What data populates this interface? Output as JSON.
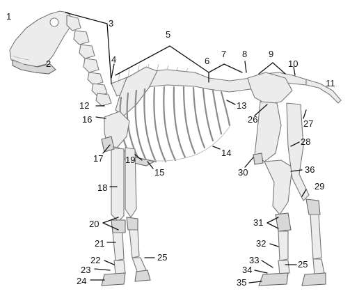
{
  "labels": [
    {
      "id": "1",
      "text": "1"
    },
    {
      "id": "2",
      "text": "2"
    },
    {
      "id": "3",
      "text": "3"
    },
    {
      "id": "4",
      "text": "4"
    },
    {
      "id": "5",
      "text": "5"
    },
    {
      "id": "6",
      "text": "6"
    },
    {
      "id": "7",
      "text": "7"
    },
    {
      "id": "8",
      "text": "8"
    },
    {
      "id": "9",
      "text": "9"
    },
    {
      "id": "10",
      "text": "10"
    },
    {
      "id": "11",
      "text": "11"
    },
    {
      "id": "12",
      "text": "12"
    },
    {
      "id": "13",
      "text": "13"
    },
    {
      "id": "14",
      "text": "14"
    },
    {
      "id": "15",
      "text": "15"
    },
    {
      "id": "16",
      "text": "16"
    },
    {
      "id": "17",
      "text": "17"
    },
    {
      "id": "18",
      "text": "18"
    },
    {
      "id": "19",
      "text": "19"
    },
    {
      "id": "20",
      "text": "20"
    },
    {
      "id": "21",
      "text": "21"
    },
    {
      "id": "22",
      "text": "22"
    },
    {
      "id": "23",
      "text": "23"
    },
    {
      "id": "24",
      "text": "24"
    },
    {
      "id": "25a",
      "text": "25"
    },
    {
      "id": "25b",
      "text": "25"
    },
    {
      "id": "26",
      "text": "26"
    },
    {
      "id": "27",
      "text": "27"
    },
    {
      "id": "28",
      "text": "28"
    },
    {
      "id": "29",
      "text": "29"
    },
    {
      "id": "30",
      "text": "30"
    },
    {
      "id": "31",
      "text": "31"
    },
    {
      "id": "32",
      "text": "32"
    },
    {
      "id": "33",
      "text": "33"
    },
    {
      "id": "34",
      "text": "34"
    },
    {
      "id": "35",
      "text": "35"
    },
    {
      "id": "36",
      "text": "36"
    }
  ]
}
